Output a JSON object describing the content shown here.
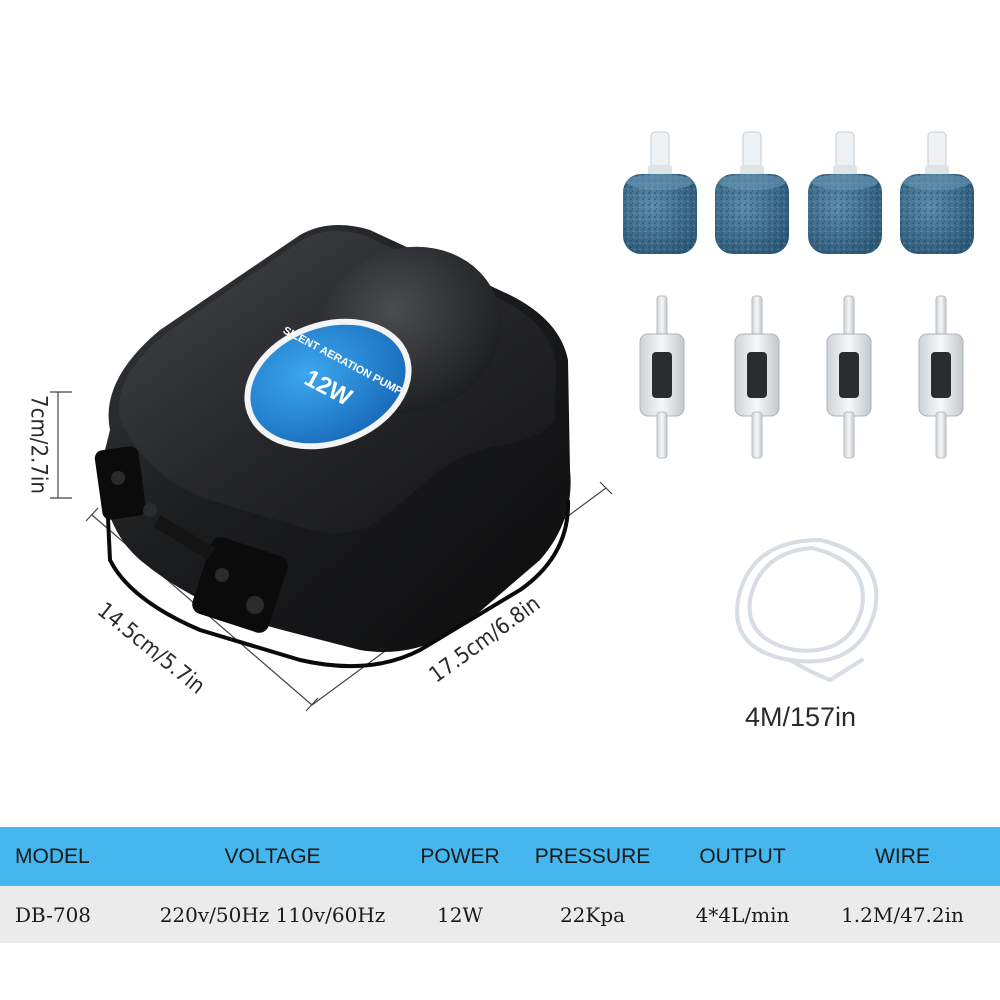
{
  "product": {
    "badge_title": "SILENT AERATION PUMP",
    "badge_power": "12W"
  },
  "dimensions": {
    "height": "7cm/2.7in",
    "depth": "14.5cm/5.7in",
    "width": "17.5cm/6.8in"
  },
  "accessories": {
    "air_stone_count": 4,
    "check_valve_count": 4,
    "tube_length": "4M/157in"
  },
  "specs": {
    "headers": [
      "MODEL",
      "VOLTAGE",
      "POWER",
      "PRESSURE",
      "OUTPUT",
      "WIRE"
    ],
    "values": [
      "DB-708",
      "220v/50Hz 110v/60Hz",
      "12W",
      "22Kpa",
      "4*4L/min",
      "1.2M/47.2in"
    ]
  },
  "colors": {
    "header_bar": "#46b6ee",
    "row_bar": "#ebebeb",
    "pump_body": "#1c1c1e",
    "badge_blue": "#1f86d1",
    "air_stone": "#3d6f8f"
  }
}
